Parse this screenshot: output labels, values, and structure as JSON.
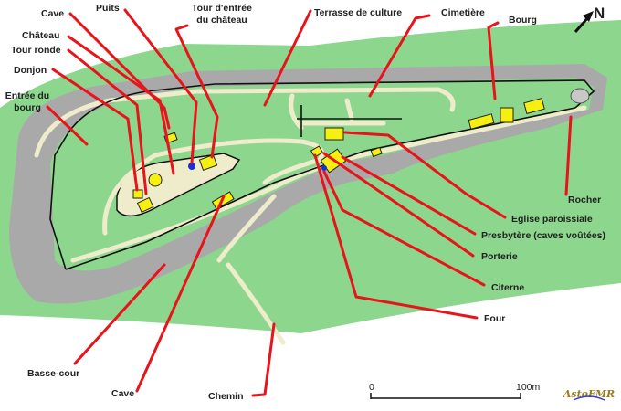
{
  "labels": {
    "cave_top": "Cave",
    "puits": "Puits",
    "tour_entree_1": "Tour d'entrée",
    "tour_entree_2": "du château",
    "terrasse": "Terrasse de culture",
    "cimetiere": "Cimetière",
    "bourg": "Bourg",
    "chateau": "Château",
    "tour_ronde": "Tour ronde",
    "donjon": "Donjon",
    "entree_bourg_1": "Entrée du",
    "entree_bourg_2": "bourg",
    "rocher": "Rocher",
    "eglise": "Eglise paroissiale",
    "presbytere": "Presbytère (caves voûtées)",
    "porterie": "Porterie",
    "citerne": "Citerne",
    "four": "Four",
    "basse_cour": "Basse-cour",
    "cave_bottom": "Cave",
    "chemin": "Chemin"
  },
  "north": "N",
  "scale": {
    "start": "0",
    "end": "100m"
  },
  "logo": "AstoFMR",
  "colors": {
    "grass": "#8dd68e",
    "slope": "#a9a9a9",
    "road": "#efeccb",
    "building": "#f6f010",
    "callout": "#e8141b",
    "well": "#1a2fd6"
  }
}
